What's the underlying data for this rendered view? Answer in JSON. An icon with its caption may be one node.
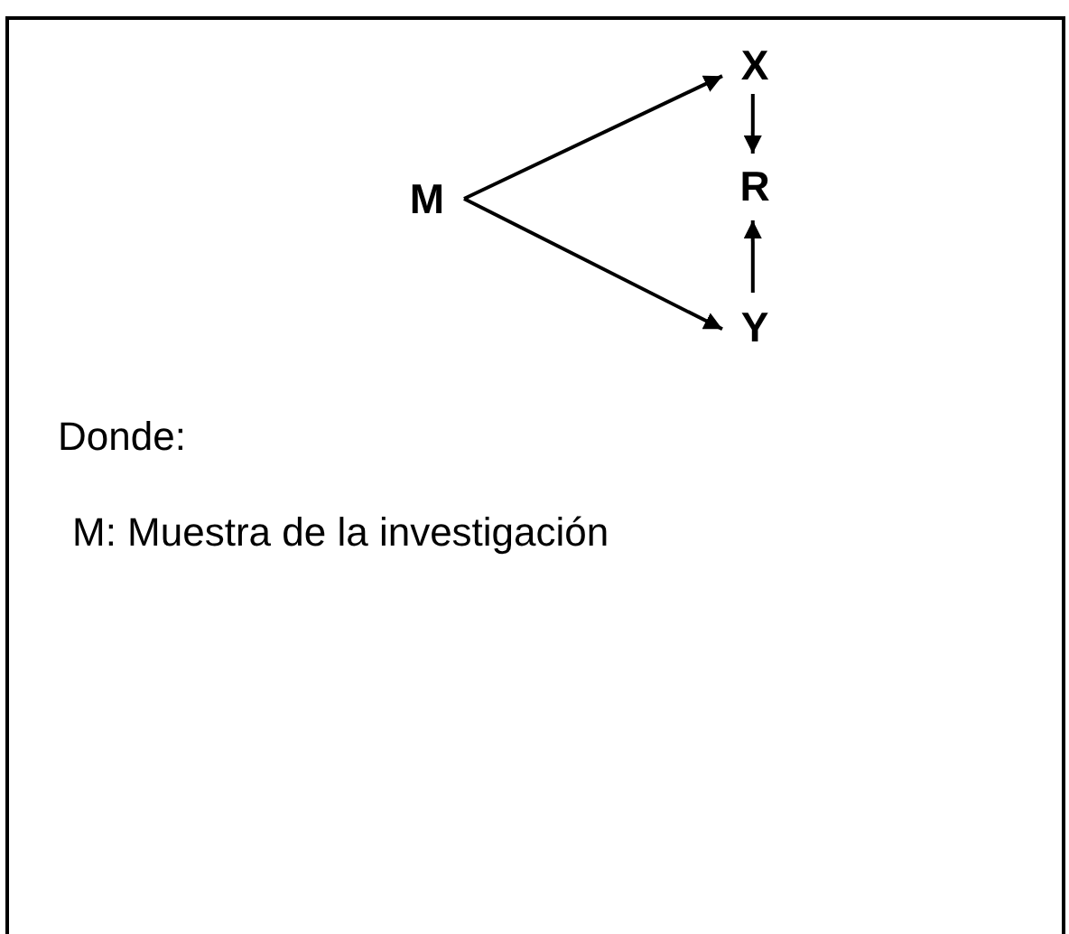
{
  "diagram": {
    "nodes": [
      {
        "text": [
          "M"
        ]
      },
      {
        "text": [
          "X"
        ]
      },
      {
        "text": [
          "R"
        ]
      },
      {
        "text": [
          "Y"
        ]
      }
    ],
    "edges": [
      {
        "from": 0,
        "to": 1,
        "arrow": "to"
      },
      {
        "from": 0,
        "to": 3,
        "arrow": "to"
      },
      {
        "from": 1,
        "to": 2,
        "arrow": "to"
      },
      {
        "from": 3,
        "to": 2,
        "arrow": "to"
      }
    ],
    "labels": [
      "Donde:",
      "M: Muestra de la investigación"
    ]
  }
}
